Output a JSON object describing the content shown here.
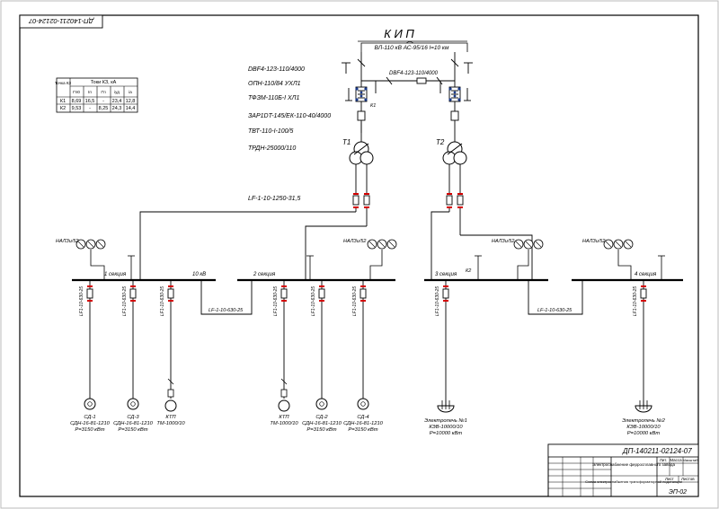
{
  "sheet": {
    "doc_code_top": "ДП-140211-02124-07",
    "doc_code_stamp": "ДП-140211-02124-07",
    "sheet_code": "ЭП-02"
  },
  "header": {
    "title": "К И П",
    "line_spec": "ВЛ-110 кВ  АС-95/16  l=10 км"
  },
  "equipment_labels": [
    "DBF4-123-110/4000",
    "ОПН-110/84 УХЛ1",
    "ТФЗМ-110Б-I ХЛ1",
    "ЗАР1DT-145/ЕК-110-40/4000",
    "ТВТ-110-I-100/5",
    "ТРДН-25000/110",
    "LF-1-10-1250-31,5"
  ],
  "hv_breaker_label": "DBF4-123-110/4000",
  "transformers": [
    "Т1",
    "Т2"
  ],
  "k_points": {
    "k1": "К1",
    "k2": "К2"
  },
  "sc_table": {
    "col_point": "Точка КЗ",
    "col_group": "Токи КЗ, кА",
    "sub_headers": [
      "I\"п0",
      "Iп",
      "I\"п",
      "iуд",
      "iа"
    ],
    "rows": [
      [
        "К1",
        "8,69",
        "16,5",
        "-",
        "23,4",
        "12,8"
      ],
      [
        "К2",
        "9,53",
        "-",
        "8,25",
        "24,3",
        "14,4"
      ]
    ]
  },
  "bus": {
    "vt_label": "НАЛЗи/52",
    "sections": [
      "1 секция",
      "2 секция",
      "3 секция",
      "4 секция"
    ],
    "bus_voltage": "10 кВ",
    "sectional_breaker": "LF-1-10-630-25",
    "feeder_breaker": "LF1-10-630-25"
  },
  "consumers": [
    {
      "name": "СД-1",
      "type": "СДН-16-81-1210",
      "power": "P=3150 кВт"
    },
    {
      "name": "СД-3",
      "type": "СДН-16-81-1210",
      "power": "P=3150 кВт"
    },
    {
      "name": "КТП",
      "type": "ТМ-1000/10",
      "power": ""
    },
    {
      "name": "КТП",
      "type": "ТМ-1000/10",
      "power": ""
    },
    {
      "name": "СД-2",
      "type": "СДН-16-81-1210",
      "power": "P=3150 кВт"
    },
    {
      "name": "СД-4",
      "type": "СДН-16-81-1210",
      "power": "P=3150 кВт"
    },
    {
      "name": "Электропечь №1",
      "type": "КЭВ-10000/10",
      "power": "P=10000 кВт"
    },
    {
      "name": "Электропечь №2",
      "type": "КЭВ-10000/10",
      "power": "P=10000 кВт"
    }
  ],
  "stamp": {
    "title_main": "Электроснабжение ферросплавного завода",
    "title_sheet": "Схема электроснабжения трансформаторной подстанции",
    "stage_header": "Лит.",
    "mass_header": "Масса",
    "scale_header": "Масштаб",
    "sheet_label": "Лист",
    "sheets_label": "Листов"
  }
}
